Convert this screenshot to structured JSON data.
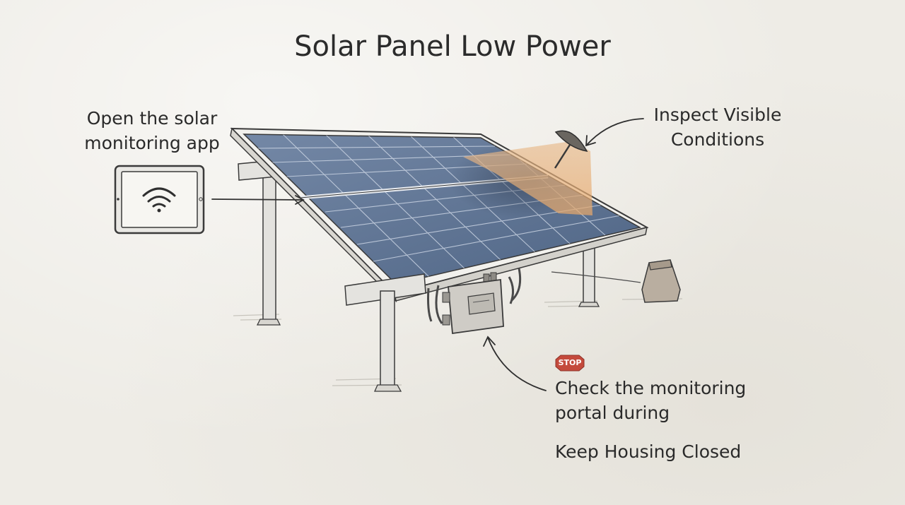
{
  "title": "Solar Panel Low Power",
  "labels": {
    "open_app": "Open the solar monitoring app",
    "inspect": "Inspect Visible Conditions",
    "check_portal": "Check the monitoring portal during",
    "keep_closed": "Keep Housing Closed",
    "stop": "STOP"
  },
  "icons": [
    "tablet-icon",
    "wifi-icon",
    "stop-sign-icon",
    "lamp-icon"
  ],
  "colors": {
    "panel": "#5d7292",
    "sun_glow": "#e8b98a",
    "stop_red": "#c44a3c",
    "ink": "#2a2a2a"
  }
}
